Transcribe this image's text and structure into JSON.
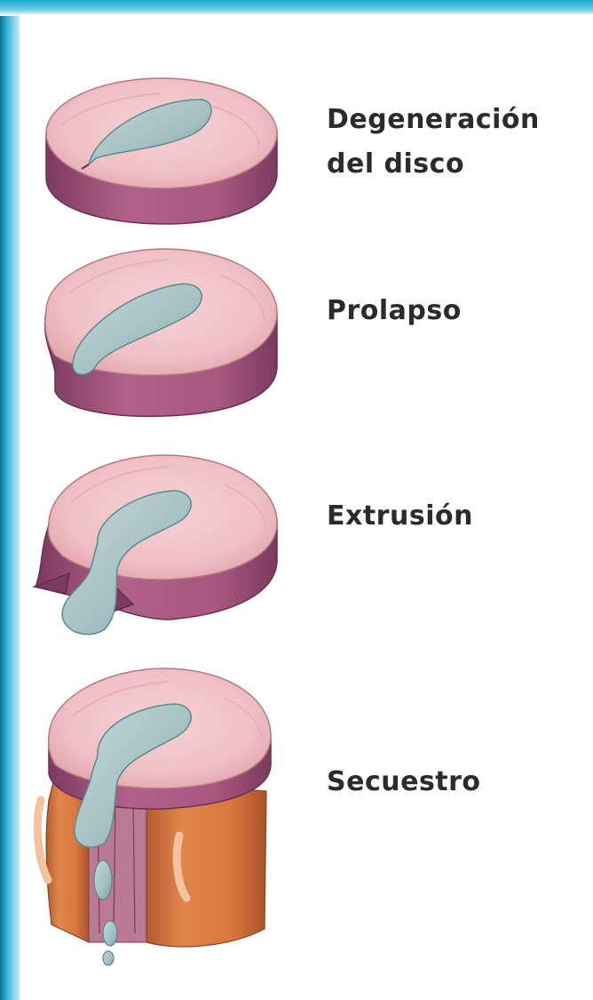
{
  "stages": [
    {
      "id": "degeneracion",
      "label": "Degeneración\ndel disco"
    },
    {
      "id": "prolapso",
      "label": "Prolapso"
    },
    {
      "id": "extrusion",
      "label": "Extrusión"
    },
    {
      "id": "secuestro",
      "label": "Secuestro"
    }
  ],
  "colors": {
    "disc_top": "#f1c6c9",
    "disc_top_shade": "#e2a6ad",
    "disc_side": "#a8577f",
    "disc_side_dark": "#7c3a60",
    "nucleus": "#a9c4c6",
    "nucleus_edge": "#5e8a8e",
    "vertebra": "#d9773f",
    "vertebra_dark": "#a9532a",
    "border_accent": "#1aa7cf"
  }
}
